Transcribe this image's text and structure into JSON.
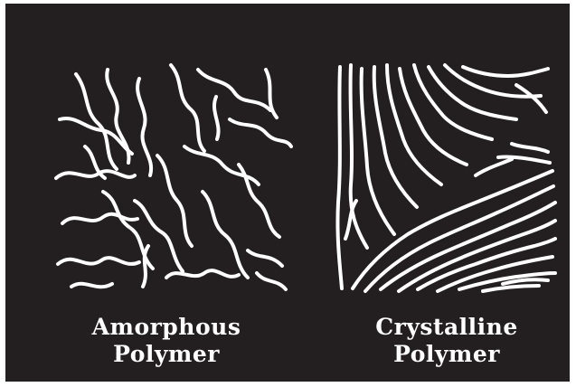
{
  "figure": {
    "colors": {
      "background": "#231f20",
      "strand": "#ffffff",
      "text": "#ffffff"
    },
    "panels": [
      {
        "id": "amorphous",
        "caption_line1": "Amorphous",
        "caption_line2": "Polymer",
        "pattern": "random-tangled-chains"
      },
      {
        "id": "crystalline",
        "caption_line1": "Crystalline",
        "caption_line2": "Polymer",
        "pattern": "aligned-parallel-chains"
      }
    ]
  }
}
